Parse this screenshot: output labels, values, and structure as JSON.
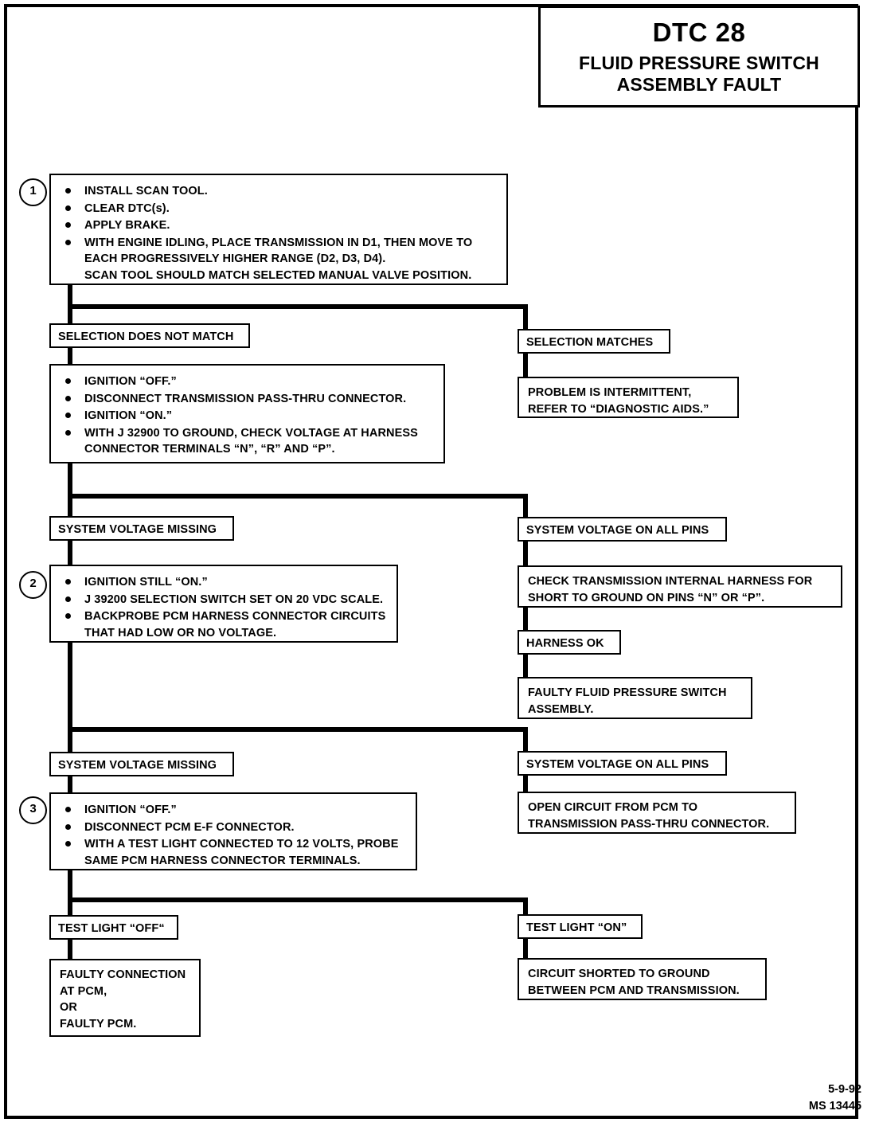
{
  "title": {
    "code": "DTC 28",
    "description_line1": "FLUID PRESSURE SWITCH",
    "description_line2": "ASSEMBLY FAULT"
  },
  "steps": {
    "one": "1",
    "two": "2",
    "three": "3"
  },
  "box1": {
    "items": [
      "INSTALL SCAN TOOL.",
      "CLEAR DTC(s).",
      "APPLY BRAKE.",
      "WITH ENGINE IDLING, PLACE TRANSMISSION IN D1, THEN MOVE TO"
    ],
    "item4_line2": "EACH PROGRESSIVELY HIGHER RANGE (D2, D3, D4).",
    "item4_line3": "SCAN TOOL SHOULD MATCH SELECTED MANUAL VALVE POSITION."
  },
  "branch1": {
    "left_label": "SELECTION DOES NOT MATCH",
    "right_label": "SELECTION MATCHES"
  },
  "box2": {
    "items": [
      "IGNITION “OFF.”",
      "DISCONNECT TRANSMISSION PASS-THRU CONNECTOR.",
      "IGNITION “ON.”",
      "WITH J 32900 TO GROUND, CHECK VOLTAGE AT HARNESS"
    ],
    "item4_line2": "CONNECTOR TERMINALS “N”, “R” AND “P”."
  },
  "intermittent": {
    "line1": "PROBLEM IS INTERMITTENT,",
    "line2": "REFER TO “DIAGNOSTIC AIDS.”"
  },
  "branch2": {
    "left_label": "SYSTEM VOLTAGE MISSING",
    "right_label": "SYSTEM VOLTAGE ON ALL PINS"
  },
  "box3": {
    "items": [
      "IGNITION STILL “ON.”",
      "J 39200 SELECTION SWITCH SET ON 20 VDC SCALE.",
      "BACKPROBE PCM HARNESS CONNECTOR CIRCUITS"
    ],
    "item3_line2": "THAT HAD LOW OR NO VOLTAGE."
  },
  "check_harness": {
    "line1": "CHECK TRANSMISSION INTERNAL HARNESS FOR",
    "line2": "SHORT TO GROUND ON PINS “N” OR “P”."
  },
  "harness_ok": {
    "label": "HARNESS OK"
  },
  "faulty_switch": {
    "line1": "FAULTY FLUID PRESSURE SWITCH",
    "line2": "ASSEMBLY."
  },
  "branch3": {
    "left_label": "SYSTEM VOLTAGE MISSING",
    "right_label": "SYSTEM VOLTAGE ON ALL PINS"
  },
  "box4": {
    "items": [
      "IGNITION “OFF.”",
      "DISCONNECT PCM E-F CONNECTOR.",
      "WITH A TEST LIGHT CONNECTED TO 12 VOLTS, PROBE"
    ],
    "item3_line2": "SAME PCM HARNESS CONNECTOR TERMINALS."
  },
  "open_circuit": {
    "line1": "OPEN CIRCUIT FROM PCM TO",
    "line2": "TRANSMISSION PASS-THRU CONNECTOR."
  },
  "branch4": {
    "left_label": "TEST LIGHT “OFF“",
    "right_label": "TEST LIGHT “ON”"
  },
  "faulty_pcm": {
    "line1": "FAULTY CONNECTION",
    "line2": "AT PCM,",
    "line3": "OR",
    "line4": "FAULTY PCM."
  },
  "shorted": {
    "line1": "CIRCUIT SHORTED TO GROUND",
    "line2": "BETWEEN PCM AND TRANSMISSION."
  },
  "footer": {
    "date": "5-9-92",
    "doc_id": "MS 13445"
  }
}
